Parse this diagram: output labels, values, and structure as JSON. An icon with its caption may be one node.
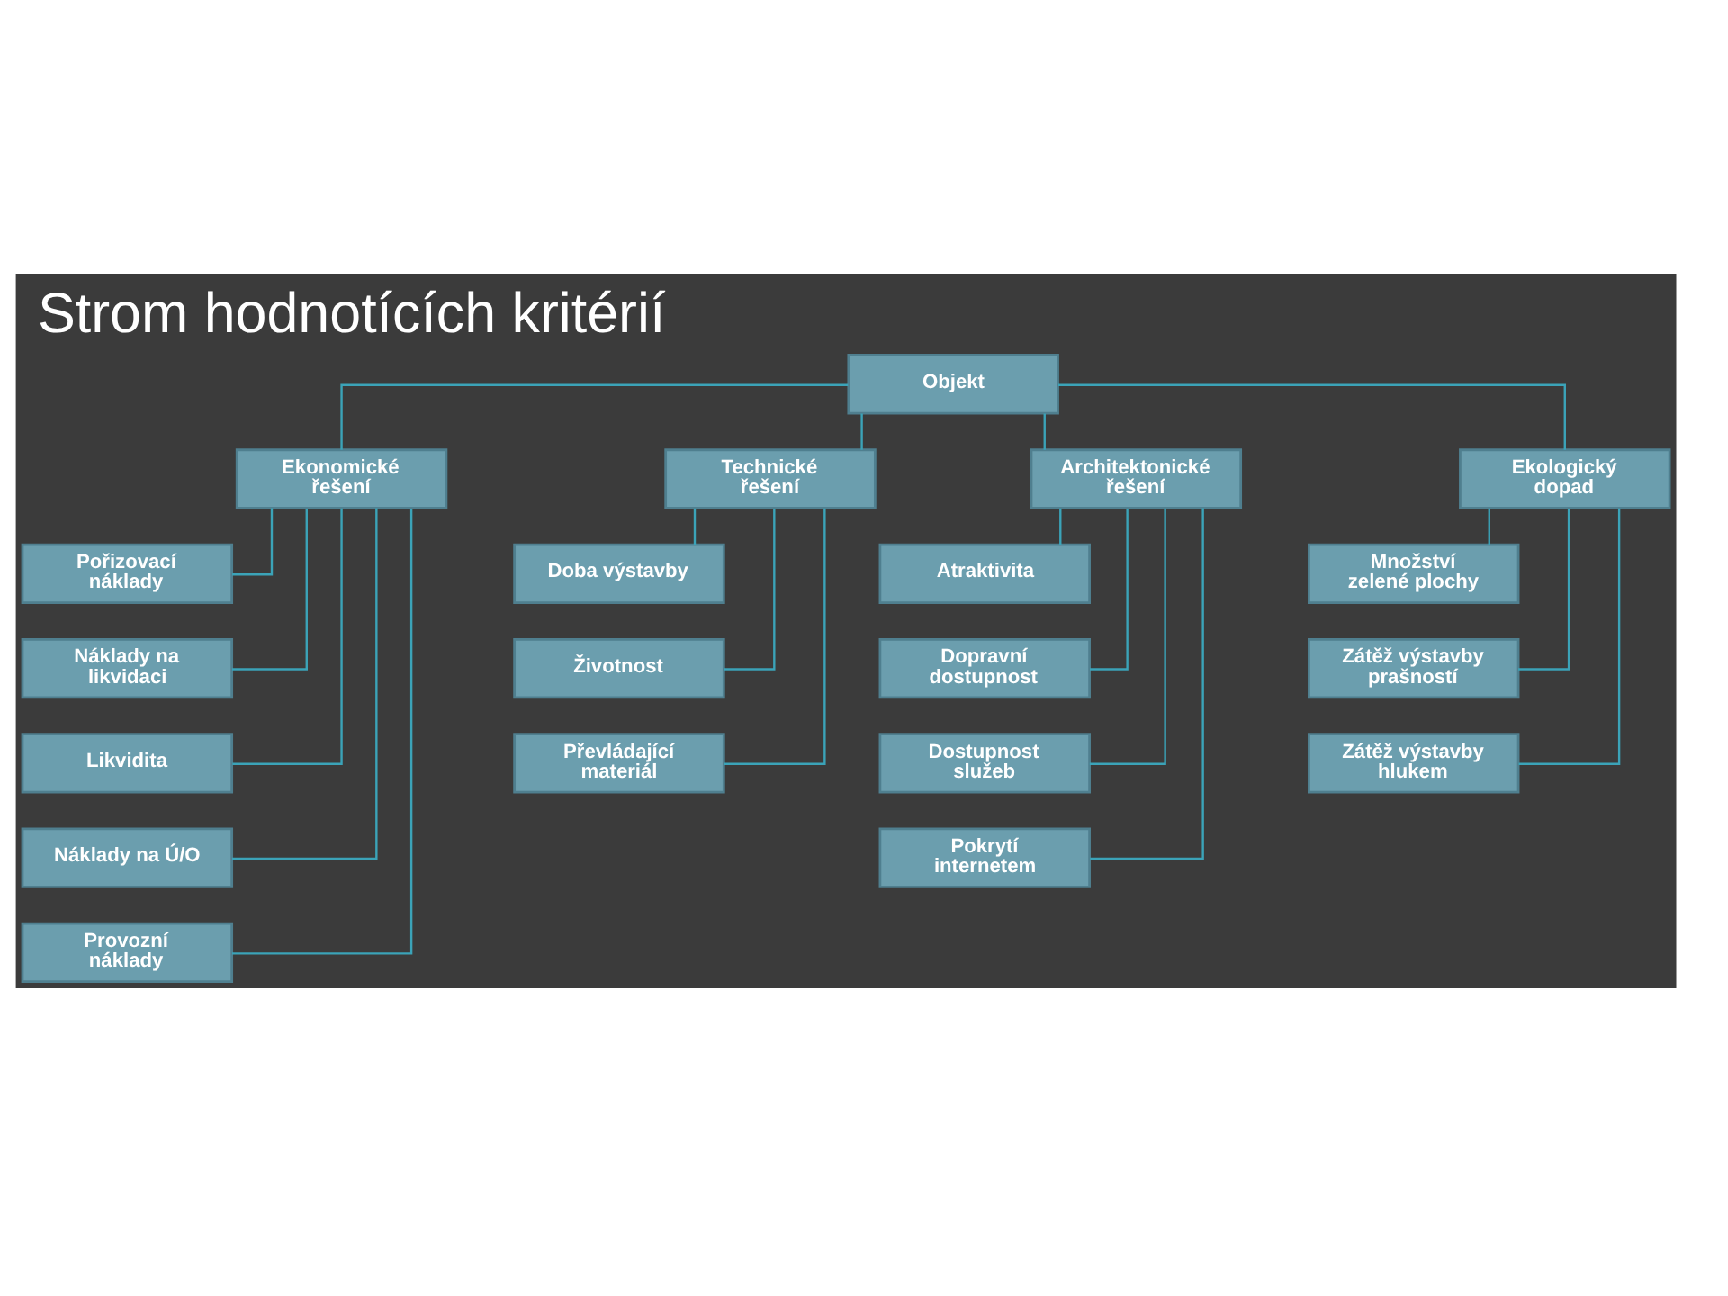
{
  "diagram": {
    "title": "Strom hodnotících kritérií",
    "nodes": [
      {
        "text": [
          "Objekt"
        ]
      },
      {
        "text": [
          "Ekonomické řešení"
        ]
      },
      {
        "text": [
          "Technické řešení"
        ]
      },
      {
        "text": [
          "Architektonické řešení"
        ]
      },
      {
        "text": [
          "Ekologický dopad"
        ]
      },
      {
        "text": [
          "Pořizovací náklady"
        ]
      },
      {
        "text": [
          "Náklady na likvidaci"
        ]
      },
      {
        "text": [
          "Likvidita"
        ]
      },
      {
        "text": [
          "Náklady na Ú/O"
        ]
      },
      {
        "text": [
          "Provozní náklady"
        ]
      },
      {
        "text": [
          "Doba výstavby"
        ]
      },
      {
        "text": [
          "Životnost"
        ]
      },
      {
        "text": [
          "Převládající materiál"
        ]
      },
      {
        "text": [
          "Atraktivita"
        ]
      },
      {
        "text": [
          "Dopravní dostupnost"
        ]
      },
      {
        "text": [
          "Dostupnost služeb"
        ]
      },
      {
        "text": [
          "Pokrytí internetem"
        ]
      },
      {
        "text": [
          "Množství zelené plochy"
        ]
      },
      {
        "text": [
          "Zátěž výstavby prašností"
        ]
      },
      {
        "text": [
          "Zátěž výstavby hlukem"
        ]
      }
    ],
    "edges": [
      {
        "from": 0,
        "to": 1,
        "arrow": "none"
      },
      {
        "from": 0,
        "to": 2,
        "arrow": "none"
      },
      {
        "from": 0,
        "to": 3,
        "arrow": "none"
      },
      {
        "from": 0,
        "to": 4,
        "arrow": "none"
      },
      {
        "from": 1,
        "to": 5,
        "arrow": "none"
      },
      {
        "from": 1,
        "to": 6,
        "arrow": "none"
      },
      {
        "from": 1,
        "to": 7,
        "arrow": "none"
      },
      {
        "from": 1,
        "to": 8,
        "arrow": "none"
      },
      {
        "from": 1,
        "to": 9,
        "arrow": "none"
      },
      {
        "from": 2,
        "to": 10,
        "arrow": "none"
      },
      {
        "from": 2,
        "to": 11,
        "arrow": "none"
      },
      {
        "from": 2,
        "to": 12,
        "arrow": "none"
      },
      {
        "from": 3,
        "to": 13,
        "arrow": "none"
      },
      {
        "from": 3,
        "to": 14,
        "arrow": "none"
      },
      {
        "from": 3,
        "to": 15,
        "arrow": "none"
      },
      {
        "from": 3,
        "to": 16,
        "arrow": "none"
      },
      {
        "from": 4,
        "to": 17,
        "arrow": "none"
      },
      {
        "from": 4,
        "to": 18,
        "arrow": "none"
      },
      {
        "from": 4,
        "to": 19,
        "arrow": "none"
      }
    ]
  }
}
